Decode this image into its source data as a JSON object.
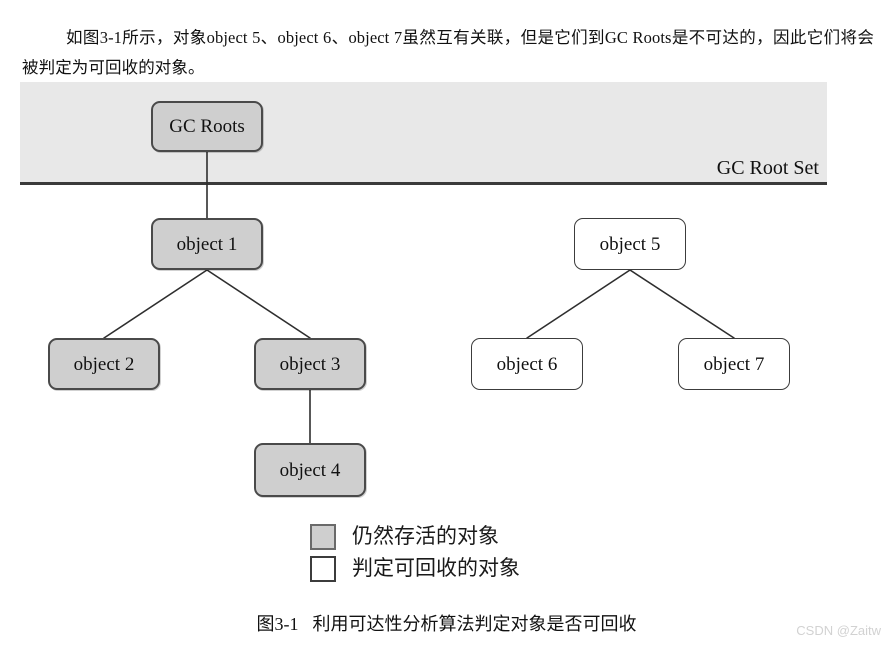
{
  "intro": {
    "text": "如图3-1所示，对象object 5、object 6、object 7虽然互有关联，但是它们到GC Roots是不可达的，因此它们将会被判定为可回收的对象。"
  },
  "figure": {
    "band_label": "GC Root Set",
    "nodes": [
      {
        "id": "gc-roots",
        "label": "GC Roots",
        "state": "alive"
      },
      {
        "id": "object-1",
        "label": "object 1",
        "state": "alive"
      },
      {
        "id": "object-2",
        "label": "object 2",
        "state": "alive"
      },
      {
        "id": "object-3",
        "label": "object 3",
        "state": "alive"
      },
      {
        "id": "object-4",
        "label": "object 4",
        "state": "alive"
      },
      {
        "id": "object-5",
        "label": "object 5",
        "state": "collectible"
      },
      {
        "id": "object-6",
        "label": "object 6",
        "state": "collectible"
      },
      {
        "id": "object-7",
        "label": "object 7",
        "state": "collectible"
      }
    ],
    "edges": [
      {
        "from": "gc-roots",
        "to": "object-1"
      },
      {
        "from": "object-1",
        "to": "object-2"
      },
      {
        "from": "object-1",
        "to": "object-3"
      },
      {
        "from": "object-3",
        "to": "object-4"
      },
      {
        "from": "object-5",
        "to": "object-6"
      },
      {
        "from": "object-5",
        "to": "object-7"
      }
    ],
    "legend": [
      {
        "swatch": "alive",
        "label": "仍然存活的对象"
      },
      {
        "swatch": "collectible",
        "label": "判定可回收的对象"
      }
    ],
    "caption_number": "图3-1",
    "caption_text": "利用可达性分析算法判定对象是否可回收"
  },
  "watermark": {
    "text": "CSDN @Zaitw"
  },
  "colors": {
    "band_fill": "#e8e8e8",
    "band_rule": "#3a3a3a",
    "alive_fill": "#cfcfcf",
    "alive_border": "#4a4a4a",
    "collectible_fill": "#ffffff",
    "collectible_border": "#3c3c3c",
    "edge": "#2e2e2e",
    "watermark": "#d2d2d2"
  }
}
